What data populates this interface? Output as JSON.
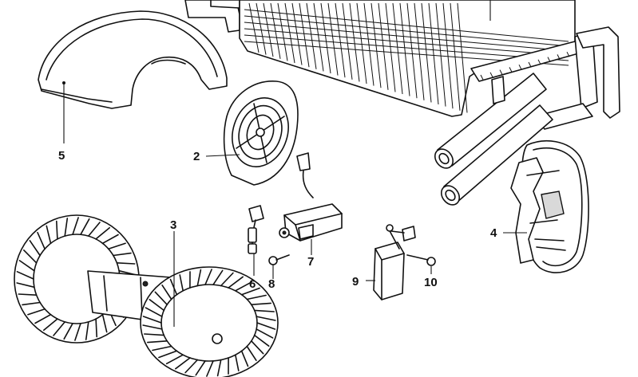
{
  "callouts": [
    {
      "id": "1",
      "label": ""
    },
    {
      "id": "2",
      "label": "2"
    },
    {
      "id": "3",
      "label": "3"
    },
    {
      "id": "4",
      "label": "4"
    },
    {
      "id": "5",
      "label": "5"
    },
    {
      "id": "6",
      "label": "6"
    },
    {
      "id": "7",
      "label": "7"
    },
    {
      "id": "8",
      "label": "8"
    },
    {
      "id": "9",
      "label": "9"
    },
    {
      "id": "10",
      "label": "10"
    }
  ]
}
